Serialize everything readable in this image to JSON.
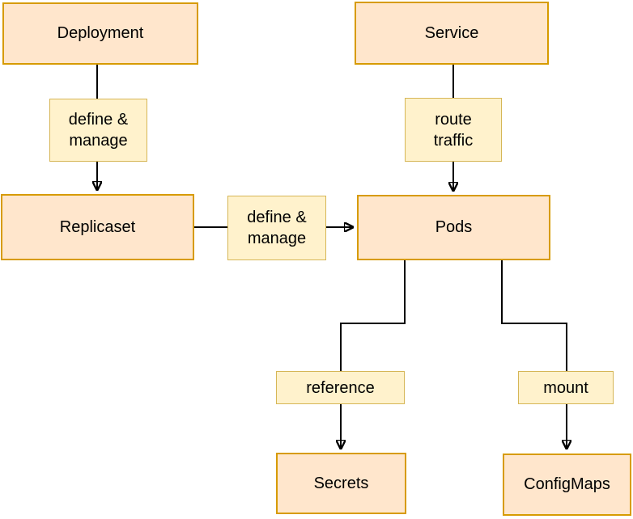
{
  "diagram": {
    "background": "#ffffff",
    "colors": {
      "node_fill": "#ffe6cc",
      "node_border": "#d79b00",
      "label_fill": "#fff2cc",
      "label_border": "#d6b656",
      "connector": "#000000",
      "text": "#000000"
    },
    "nodes": [
      {
        "id": "deployment",
        "label": "Deployment"
      },
      {
        "id": "service",
        "label": "Service"
      },
      {
        "id": "replicaset",
        "label": "Replicaset"
      },
      {
        "id": "pods",
        "label": "Pods"
      },
      {
        "id": "secrets",
        "label": "Secrets"
      },
      {
        "id": "configmaps",
        "label": "ConfigMaps"
      }
    ],
    "edge_labels": [
      {
        "id": "define-manage-deployment",
        "label": "define &\nmanage"
      },
      {
        "id": "route-traffic",
        "label": "route\ntraffic"
      },
      {
        "id": "define-manage-replicaset",
        "label": "define &\nmanage"
      },
      {
        "id": "reference",
        "label": "reference"
      },
      {
        "id": "mount",
        "label": "mount"
      }
    ],
    "edges": [
      {
        "from": "Deployment",
        "to": "Replicaset",
        "label": "define & manage"
      },
      {
        "from": "Service",
        "to": "Pods",
        "label": "route traffic"
      },
      {
        "from": "Replicaset",
        "to": "Pods",
        "label": "define & manage"
      },
      {
        "from": "Pods",
        "to": "Secrets",
        "label": "reference"
      },
      {
        "from": "Pods",
        "to": "ConfigMaps",
        "label": "mount"
      }
    ]
  }
}
